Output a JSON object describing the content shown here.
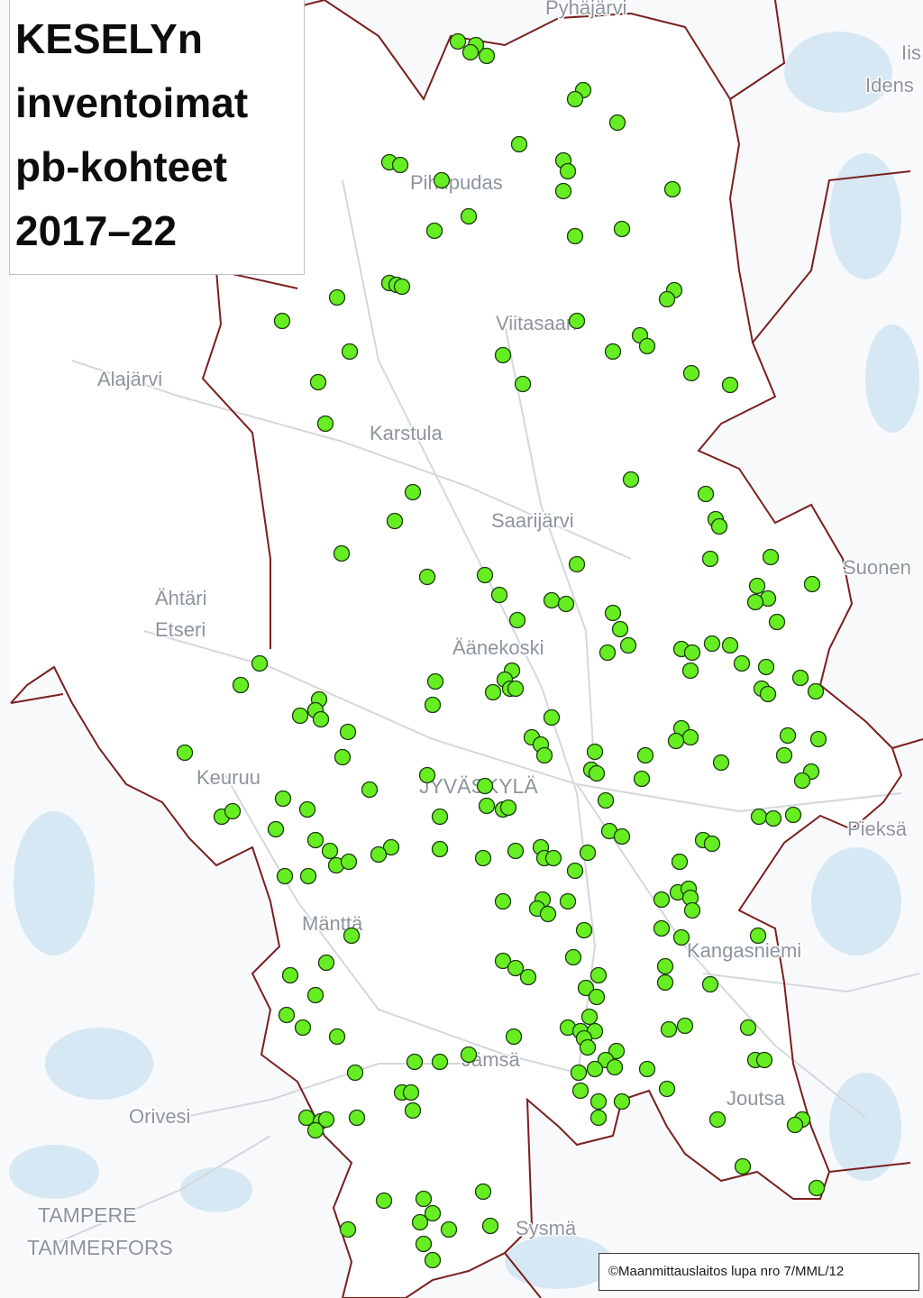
{
  "title": {
    "lines": [
      "KESELYn",
      "inventoimat",
      "pb-kohteet",
      "2017–22"
    ]
  },
  "credit": "©Maanmittauslaitos lupa nro 7/MML/12",
  "colors": {
    "background": "#f7f9fb",
    "region_fill": "#ffffff",
    "border": "#7a1f1f",
    "water": "#d6e8f3",
    "road": "#d4d8dc",
    "marker_fill": "#66ee22",
    "marker_stroke": "#1c3d0e",
    "label": "#8d959c"
  },
  "place_labels": {
    "pyhajarvi": "Pyhäjärvi",
    "iisalmi": "Iis",
    "idensalmi": "Idens",
    "pihtipudas": "Pihtipudas",
    "viitasaari": "Viitasaari",
    "alajarvi": "Alajärvi",
    "karstula": "Karstula",
    "saarijarvi": "Saarijärvi",
    "suonenjoki": "Suonen",
    "ahtari": "Ähtäri",
    "etseri": "Etseri",
    "aanekoski": "Äänekoski",
    "keuruu": "Keuruu",
    "jyvaskyla": "JYVÄSKYLÄ",
    "pieksamaki": "Pieksä",
    "mantta": "Mänttä",
    "kangasniemi": "Kangasniemi",
    "jamsa": "Jämsä",
    "joutsa": "Joutsa",
    "orivesi": "Orivesi",
    "tampere": "TAMPERE",
    "tammerfors": "TAMMERFORS",
    "sysma": "Sysmä"
  }
}
